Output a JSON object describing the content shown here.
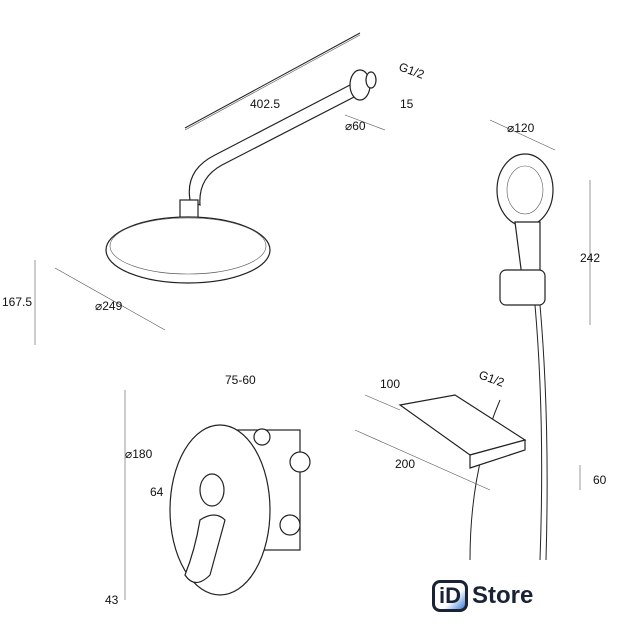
{
  "overhead_shower": {
    "arm_length": "402.5",
    "thread": "G1/2",
    "flange_depth": "15",
    "flange_diameter": "⌀60",
    "height": "167.5",
    "head_diameter": "⌀249"
  },
  "hand_shower": {
    "head_diameter": "⌀120",
    "length": "242"
  },
  "mixer": {
    "depth": "75-60",
    "plate_diameter": "⌀180",
    "knob_offset": "64",
    "lever_projection": "43"
  },
  "shelf": {
    "depth": "100",
    "thread": "G1/2",
    "width": "200",
    "height": "60"
  },
  "logo": {
    "mark": "iD",
    "name": "Store"
  }
}
